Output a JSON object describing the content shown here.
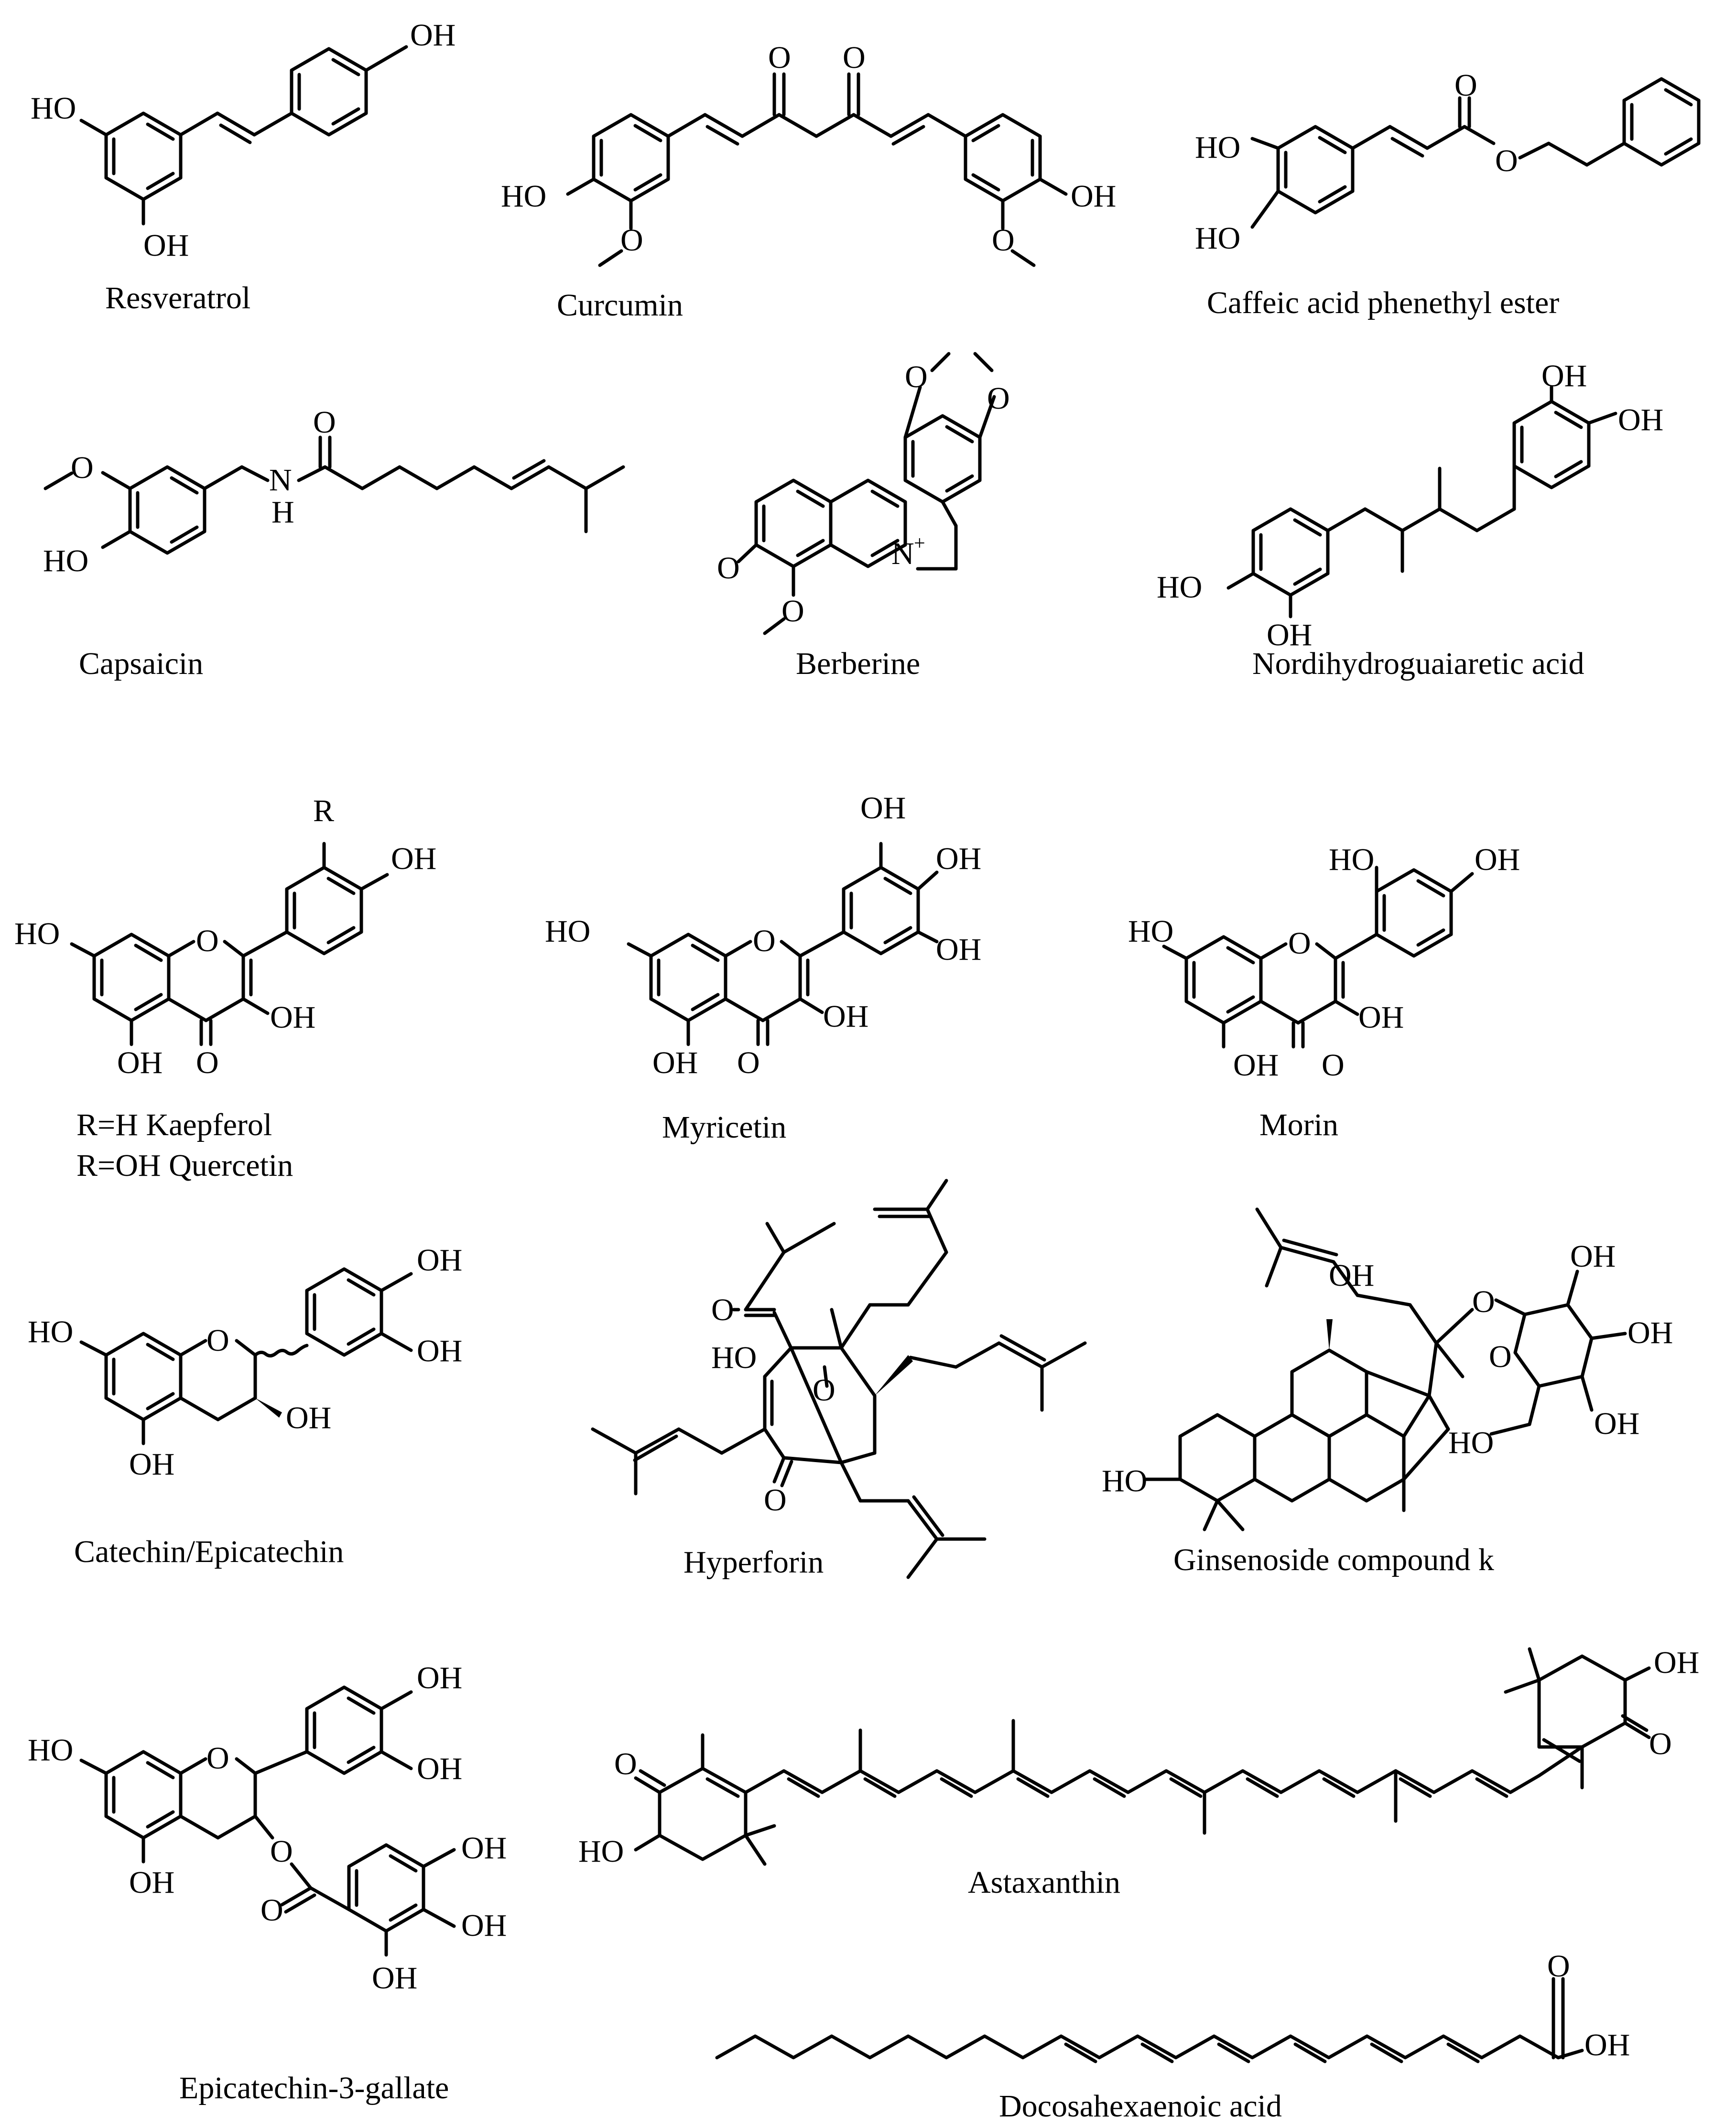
{
  "figure": {
    "compounds": [
      {
        "id": "resveratrol",
        "name": "Resveratrol",
        "atoms": [
          "HO",
          "OH",
          "OH"
        ]
      },
      {
        "id": "curcumin",
        "name": "Curcumin",
        "atoms": [
          "O",
          "O",
          "HO",
          "OH",
          "O",
          "O"
        ]
      },
      {
        "id": "cape",
        "name": "Caffeic acid phenethyl ester",
        "atoms": [
          "HO",
          "HO",
          "O",
          "O"
        ]
      },
      {
        "id": "capsaicin",
        "name": "Capsaicin",
        "atoms": [
          "O",
          "O",
          "N",
          "H",
          "HO"
        ]
      },
      {
        "id": "berberine",
        "name": "Berberine",
        "atoms": [
          "O",
          "O",
          "N",
          "+",
          "O",
          "O"
        ]
      },
      {
        "id": "ndga",
        "name": "Nordihydroguaiaretic acid",
        "atoms": [
          "OH",
          "OH",
          "HO",
          "OH"
        ]
      },
      {
        "id": "kaempferol",
        "name_lines": [
          "R=H Kaepferol",
          "R=OH Quercetin"
        ],
        "atoms": [
          "R",
          "OH",
          "HO",
          "O",
          "OH",
          "OH",
          "O"
        ]
      },
      {
        "id": "myricetin",
        "name": "Myricetin",
        "atoms": [
          "OH",
          "OH",
          "OH",
          "HO",
          "O",
          "OH",
          "OH",
          "O"
        ]
      },
      {
        "id": "morin",
        "name": "Morin",
        "atoms": [
          "HO",
          "OH",
          "HO",
          "O",
          "OH",
          "OH",
          "O"
        ]
      },
      {
        "id": "catechin",
        "name": "Catechin/Epicatechin",
        "atoms": [
          "OH",
          "OH",
          "HO",
          "O",
          "OH",
          "OH"
        ]
      },
      {
        "id": "hyperforin",
        "name": "Hyperforin",
        "atoms": [
          "O",
          "HO",
          "O",
          "O"
        ]
      },
      {
        "id": "ginsenoside",
        "name": "Ginsenoside compound k",
        "atoms": [
          "OH",
          "O",
          "OH",
          "O",
          "OH",
          "OH",
          "HO",
          "HO"
        ]
      },
      {
        "id": "ecg",
        "name": "Epicatechin-3-gallate",
        "atoms": [
          "OH",
          "OH",
          "HO",
          "O",
          "O",
          "OH",
          "O",
          "OH",
          "OH",
          "OH"
        ]
      },
      {
        "id": "astaxanthin",
        "name": "Astaxanthin",
        "atoms": [
          "OH",
          "O",
          "O",
          "HO"
        ]
      },
      {
        "id": "dha",
        "name": "Docosahexaenoic acid",
        "atoms": [
          "O",
          "OH"
        ]
      }
    ]
  }
}
